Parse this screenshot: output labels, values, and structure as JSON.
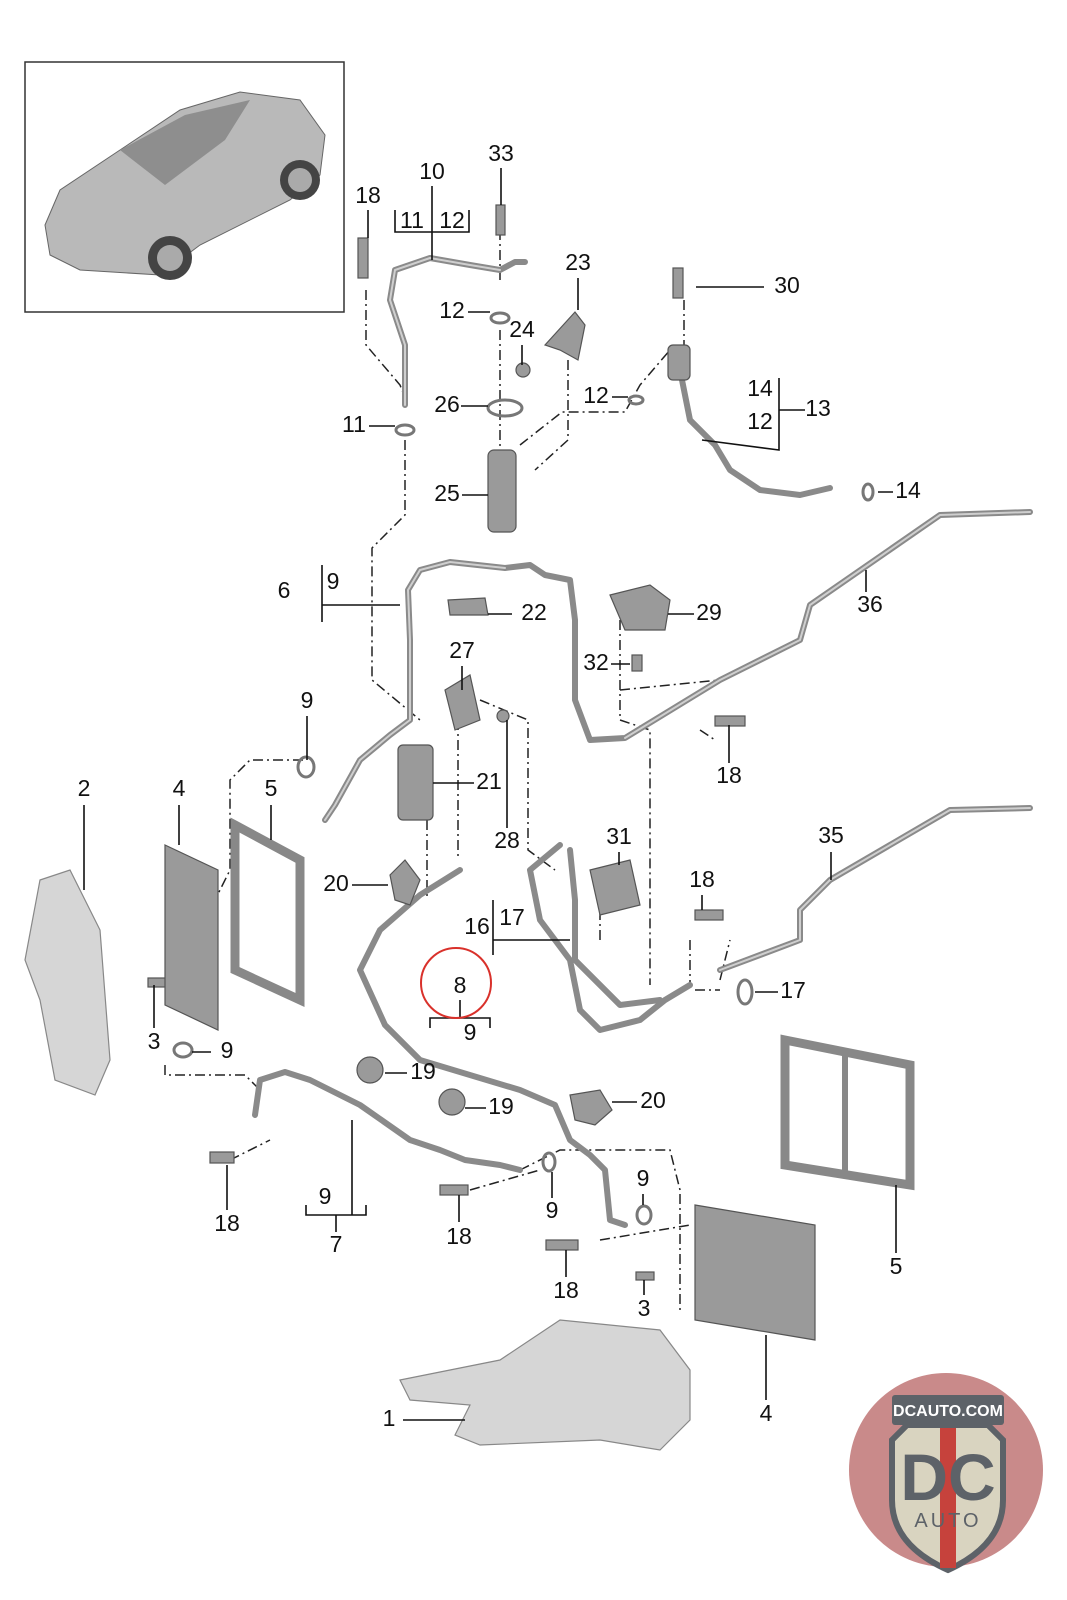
{
  "diagram": {
    "labels": [
      "33",
      "10",
      "18",
      "11",
      "12",
      "23",
      "30",
      "12",
      "24",
      "14",
      "13",
      "12",
      "26",
      "12",
      "11",
      "14",
      "25",
      "6",
      "9",
      "22",
      "29",
      "36",
      "27",
      "32",
      "9",
      "18",
      "21",
      "2",
      "4",
      "5",
      "28",
      "31",
      "35",
      "20",
      "18",
      "16",
      "17",
      "8",
      "17",
      "9",
      "3",
      "9",
      "19",
      "20",
      "19",
      "9",
      "9",
      "9",
      "18",
      "7",
      "18",
      "18",
      "5",
      "3",
      "1",
      "4"
    ],
    "highlighted_label": "8",
    "highlight_color": "#d9312b",
    "part_color": "#9a9a9a"
  },
  "logo": {
    "top_text": "DCAUTO.COM",
    "main_text": "DC",
    "sub_text": "AUTO",
    "colors": {
      "ring": "#c98a8a",
      "shield": "#d9d4c0",
      "letters": "#5d6268",
      "stripe": "#c6423c"
    }
  }
}
